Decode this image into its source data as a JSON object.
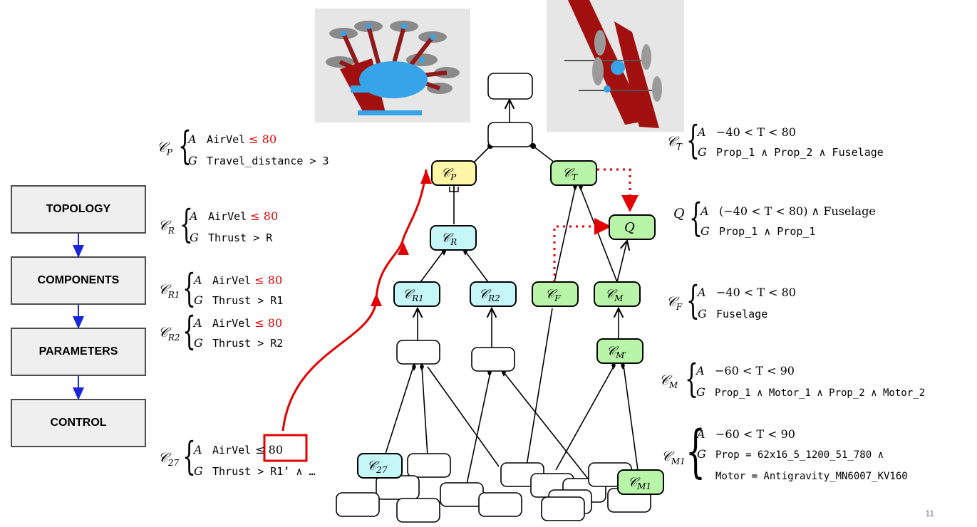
{
  "flow": [
    "TOPOLOGY",
    "COMPONENTS",
    "PARAMETERS",
    "CONTROL"
  ],
  "contracts_left": {
    "cp": {
      "name": "C",
      "sub": "P",
      "a_var": "AirVel",
      "a_op": "≤ 80",
      "g": "Travel_distance > 3"
    },
    "cr": {
      "name": "C",
      "sub": "R",
      "a_var": "AirVel",
      "a_op": "≤ 80",
      "g": "Thrust > R"
    },
    "cr1": {
      "name": "C",
      "sub": "R1",
      "a_var": "AirVel",
      "a_op": "≤ 80",
      "g": "Thrust > R1"
    },
    "cr2": {
      "name": "C",
      "sub": "R2",
      "a_var": "AirVel",
      "a_op": "≤ 80",
      "g": "Thrust > R2"
    },
    "c27": {
      "name": "C",
      "sub": "27",
      "a_var": "AirVel",
      "a_op": "≤ 80",
      "g": "Thrust > R1’  ∧ …"
    }
  },
  "contracts_right": {
    "ct": {
      "name": "C",
      "sub": "T",
      "a": "−40 < T < 80",
      "g": "Prop_1 ∧ Prop_2 ∧ Fuselage"
    },
    "q": {
      "name": "Q",
      "sub": "",
      "a": "(−40 < T < 80) ∧ Fuselage",
      "g": "Prop_1 ∧ Prop_1"
    },
    "cf": {
      "name": "C",
      "sub": "F",
      "a": "−40 < T < 80",
      "g": "Fuselage"
    },
    "cm": {
      "name": "C",
      "sub": "M",
      "a": "−60 < T < 90",
      "g": "Prop_1 ∧ Motor_1 ∧ Prop_2 ∧ Motor_2"
    },
    "cm1": {
      "name": "C",
      "sub": "M1",
      "a": "−60 < T < 90",
      "g": "Prop = 62x16_5_1200_51_780  ∧",
      "g2": "Motor = Antigravity_MN6007_KV160"
    }
  },
  "labels": {
    "A": "A",
    "G": "G"
  },
  "nodes": {
    "cp": "P",
    "ct": "T",
    "cr": "R",
    "q": "Q",
    "cr1": "R1",
    "cr2": "R2",
    "cf": "F",
    "cm": "M",
    "cmp": "M′",
    "c27": "27",
    "cm1": "M1"
  },
  "colors": {
    "yellow": "#fff6a8",
    "cyan": "#c5f6f8",
    "green": "#b8f5a8",
    "red": "#e30000",
    "blue": "#1a26d8",
    "aircraft": "#37a3e8",
    "wing": "#a10f0f"
  },
  "page_number": "11"
}
